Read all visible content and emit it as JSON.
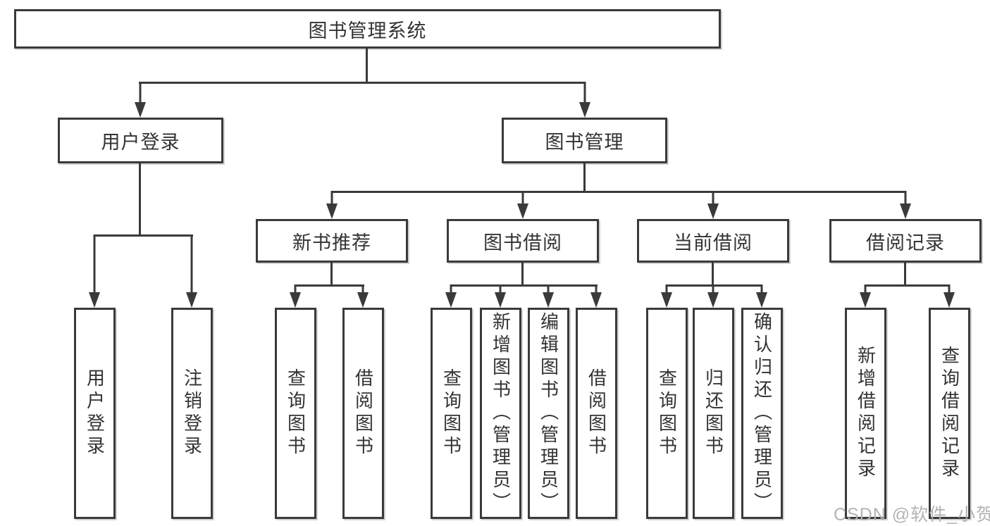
{
  "tree": {
    "root": "图书管理系统",
    "level1": [
      "用户登录",
      "图书管理"
    ],
    "level2": [
      "新书推荐",
      "图书借阅",
      "当前借阅",
      "借阅记录"
    ],
    "leaves_user_login": [
      "用户登录",
      "注销登录"
    ],
    "leaves_new_book": [
      "查询图书",
      "借阅图书"
    ],
    "leaves_book_borrow": [
      "查询图书",
      "新增图书（管理员）",
      "编辑图书（管理员）",
      "借阅图书"
    ],
    "leaves_current_borrow": [
      "查询图书",
      "归还图书",
      "确认归还（管理员）"
    ],
    "leaves_borrow_record": [
      "新增借阅记录",
      "查询借阅记录"
    ]
  },
  "watermark": "CSDN @软件_小贺同学",
  "colors": {
    "line": "#3a3a3a",
    "text": "#333333",
    "watermark": "#b3b3b3",
    "bg": "#ffffff"
  }
}
